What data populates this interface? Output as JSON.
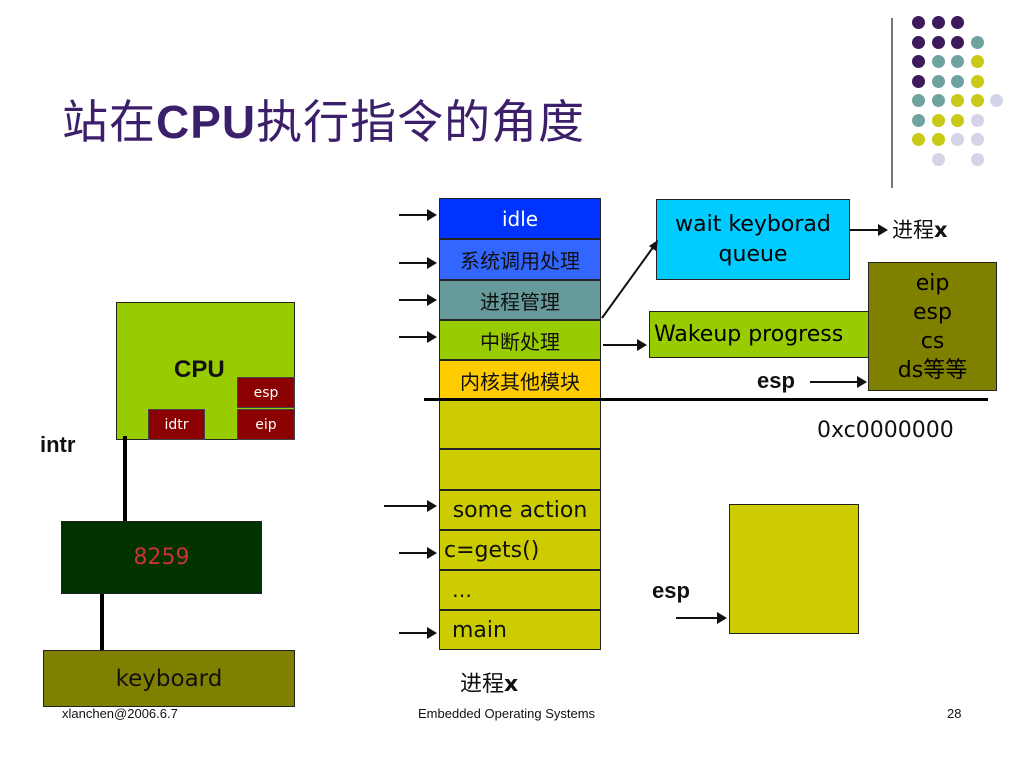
{
  "title": {
    "cn_prefix": "站在",
    "en": "CPU",
    "cn_suffix": "执行指令的角度"
  },
  "cpu": {
    "label": "CPU",
    "esp": "esp",
    "idtr": "idtr",
    "eip": "eip"
  },
  "intr_label": "intr",
  "pic": {
    "label": "8259"
  },
  "keyboard": {
    "label": "keyboard"
  },
  "kernel_stack": [
    "idle",
    "系统调用处理",
    "进程管理",
    "中断处理",
    "内核其他模块"
  ],
  "user_stack": [
    "",
    "",
    "some action",
    "c=gets()",
    "…",
    "main"
  ],
  "process_label_bottom": {
    "cn": "进程",
    "x": "x"
  },
  "wait_queue": {
    "label": "wait keyborad queue"
  },
  "process_label_top": {
    "cn": "进程",
    "x": "x"
  },
  "wakeup": {
    "label": "Wakeup progress"
  },
  "regs_box": {
    "lines": [
      "eip",
      "esp",
      "cs",
      "ds等等"
    ]
  },
  "esp_upper": "esp",
  "address": "0xc0000000",
  "esp_lower": "esp",
  "footer": {
    "left": "xlanchen@2006.6.7",
    "center": "Embedded Operating Systems",
    "page": "28"
  },
  "colors": {
    "title": "#3b1f6b",
    "cpu_green": "#99cc00",
    "reg_red": "#8b0000",
    "pic_green": "#003300",
    "olive": "#808000",
    "idle_blue": "#0033ff",
    "syscall_blue": "#3366ff",
    "proc_teal": "#669999",
    "interrupt_green": "#99cc00",
    "other_orange": "#ffcc00",
    "user_yellow": "#cccc00",
    "queue_cyan": "#00ccff"
  }
}
